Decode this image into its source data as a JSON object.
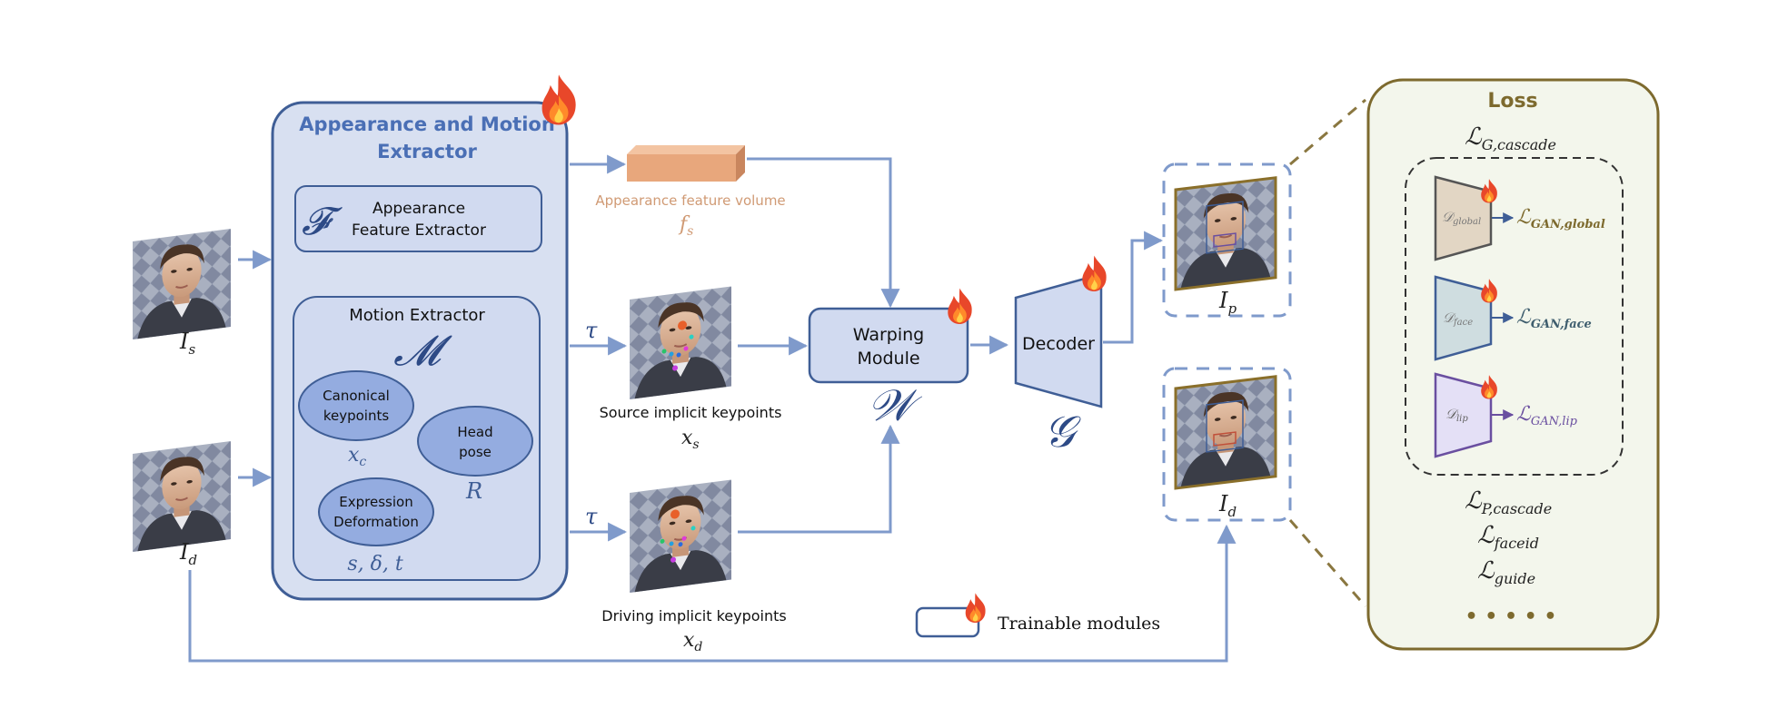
{
  "inputs": {
    "source_label": "I",
    "source_sub": "s",
    "driving_label": "I",
    "driving_sub": "d"
  },
  "extractor": {
    "title_line1": "Appearance and Motion",
    "title_line2": "Extractor",
    "appearance_symbol": "𝓕",
    "appearance_line1": "Appearance",
    "appearance_line2": "Feature Extractor",
    "motion_title": "Motion Extractor",
    "motion_symbol": "𝓜",
    "canonical_line1": "Canonical",
    "canonical_line2": "keypoints",
    "canonical_var": "x",
    "canonical_sub": "c",
    "head_line1": "Head",
    "head_line2": "pose",
    "head_var": "R",
    "expression_line1": "Expression",
    "expression_line2": "Deformation",
    "expression_var": "s, δ, t"
  },
  "feature_volume": {
    "label": "Appearance feature volume",
    "var": "f",
    "sub": "s"
  },
  "keypoints": {
    "tau": "τ",
    "source_label": "Source implicit keypoints",
    "source_var": "x",
    "source_sub": "s",
    "driving_label": "Driving implicit keypoints",
    "driving_var": "x",
    "driving_sub": "d"
  },
  "warping": {
    "line1": "Warping",
    "line2": "Module",
    "symbol": "𝒲"
  },
  "decoder": {
    "label": "Decoder",
    "symbol": "𝒢"
  },
  "outputs": {
    "pred_label": "I",
    "pred_sub": "p",
    "driving_label": "I",
    "driving_sub": "d"
  },
  "legend": {
    "trainable_label": "Trainable modules",
    "flame_icon": "flame-icon"
  },
  "loss": {
    "title": "Loss",
    "l_g_cascade": "G,cascade",
    "d_global": "global",
    "l_gan_global": "GAN,global",
    "d_face": "face",
    "l_gan_face": "GAN,face",
    "d_lip": "lip",
    "l_gan_lip": "GAN,lip",
    "l_p_cascade": "P,cascade",
    "l_faceid": "faceid",
    "l_guide": "guide",
    "ellipsis": "• • • • •",
    "calligraphic_L": "ℒ",
    "calligraphic_D": "𝒟"
  },
  "colors": {
    "blue_line": "#7f9acb",
    "blue_dark": "#3f5e96",
    "blue_fill": "#d5ddef",
    "blue_title": "#4a6fb5",
    "ellipse_fill": "#94ace0",
    "orange": "#e8a77c",
    "orange_text": "#d09a74",
    "loss_border": "#7d6a2e",
    "loss_bg": "#f3f6ec",
    "flame_red": "#e8472a",
    "flame_yellow": "#ffc33a"
  }
}
